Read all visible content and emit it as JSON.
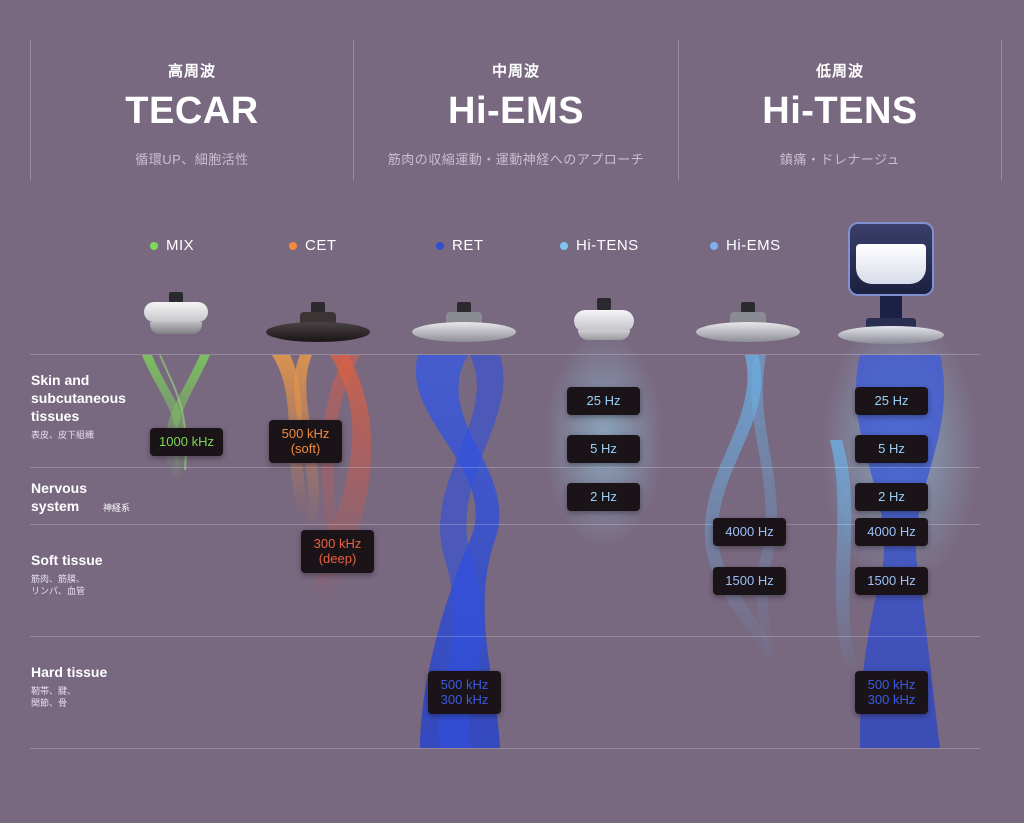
{
  "header": {
    "columns": [
      {
        "jp": "高周波",
        "title": "TECAR",
        "sub": "循環UP、細胞活性"
      },
      {
        "jp": "中周波",
        "title": "Hi-EMS",
        "sub": "筋肉の収縮運動・運動神経へのアプローチ"
      },
      {
        "jp": "低周波",
        "title": "Hi-TENS",
        "sub": "鎮痛・ドレナージュ"
      }
    ]
  },
  "legend": [
    {
      "label": "MIX",
      "color": "#7ed957"
    },
    {
      "label": "CET",
      "color": "#f08a3c"
    },
    {
      "label": "RET",
      "color": "#2f4fd0"
    },
    {
      "label": "Hi-TENS",
      "color": "#7cc8f0"
    },
    {
      "label": "Hi-EMS",
      "color": "#7cb0f0"
    }
  ],
  "rows": [
    {
      "en": "Skin and subcutaneous tissues",
      "ja": "表皮、皮下組織"
    },
    {
      "en": "Nervous system",
      "ja": "神経系"
    },
    {
      "en": "Soft tissue",
      "ja": "筋肉、筋膜、\nリンパ、血管"
    },
    {
      "en": "Hard tissue",
      "ja": "靭帯、腱、\n関節、骨"
    }
  ],
  "badges": {
    "mix": "1000 kHz",
    "cet_soft_1": "500 kHz",
    "cet_soft_2": "(soft)",
    "cet_deep_1": "300 kHz",
    "cet_deep_2": "(deep)",
    "ret_1": "500 kHz",
    "ret_2": "300 kHz",
    "tens_25": "25 Hz",
    "tens_5": "5 Hz",
    "tens_2": "2 Hz",
    "ems_4000": "4000 Hz",
    "ems_1500": "1500 Hz",
    "combo_25": "25 Hz",
    "combo_5": "5 Hz",
    "combo_2": "2 Hz",
    "combo_4000": "4000 Hz",
    "combo_1500": "1500 Hz",
    "combo_500": "500 kHz",
    "combo_300": "300 kHz"
  },
  "colors": {
    "background": "#786880",
    "mix": "#7ed957",
    "cet_orange": "#f08a3c",
    "cet_red": "#e0503c",
    "ret": "#2f4fd0",
    "tens": "#7cc8f0"
  }
}
